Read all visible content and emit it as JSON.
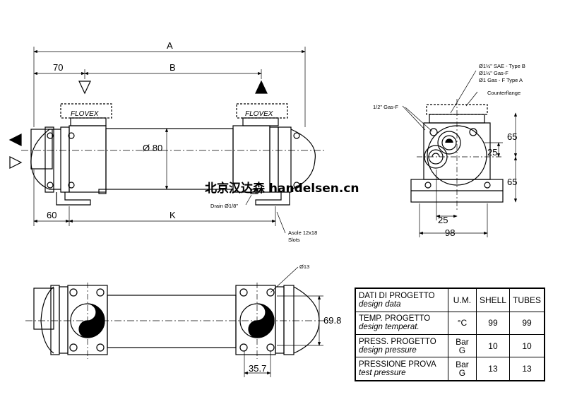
{
  "dimensions": {
    "overall_length": "A",
    "inter_axis": "B",
    "left_offset": "70",
    "shell_diameter": "Ø 80",
    "foot_offset": "60",
    "foot_spacing": "K",
    "side_upper": "65",
    "side_mid": "25",
    "side_lower": "65",
    "side_bottom_offset": "25",
    "side_width": "98",
    "flange_height": "69.8",
    "flange_offset": "35.7",
    "hole": "Ø13"
  },
  "brand_label": "FLOVEX",
  "notes": {
    "drain": "Drain Ø1/8\"",
    "slots_line1": "Asole 12x18",
    "slots_line2": "Slots",
    "gas_half": "1/2\" Gas-F",
    "sae_type_b": "Ø1½\" SAE - Type B",
    "gas_1half": "Ø1½\" Gas-F",
    "gas_type_a": "Ø1 Gas - F  Type A",
    "counterflange": "Counterflange"
  },
  "watermark": "北京汉达森 handelsen.cn",
  "design_table": {
    "headers": {
      "title_it": "DATI DI PROGETTO",
      "title_en": "design data",
      "um": "U.M.",
      "shell": "SHELL",
      "tubes": "TUBES"
    },
    "rows": [
      {
        "label_it": "TEMP. PROGETTO",
        "label_en": "design temperat.",
        "um": "°C",
        "shell": "99",
        "tubes": "99"
      },
      {
        "label_it": "PRESS. PROGETTO",
        "label_en": "design pressure",
        "um": "Bar G",
        "shell": "10",
        "tubes": "10"
      },
      {
        "label_it": "PRESSIONE PROVA",
        "label_en": "test pressure",
        "um": "Bar G",
        "shell": "13",
        "tubes": "13"
      }
    ]
  }
}
